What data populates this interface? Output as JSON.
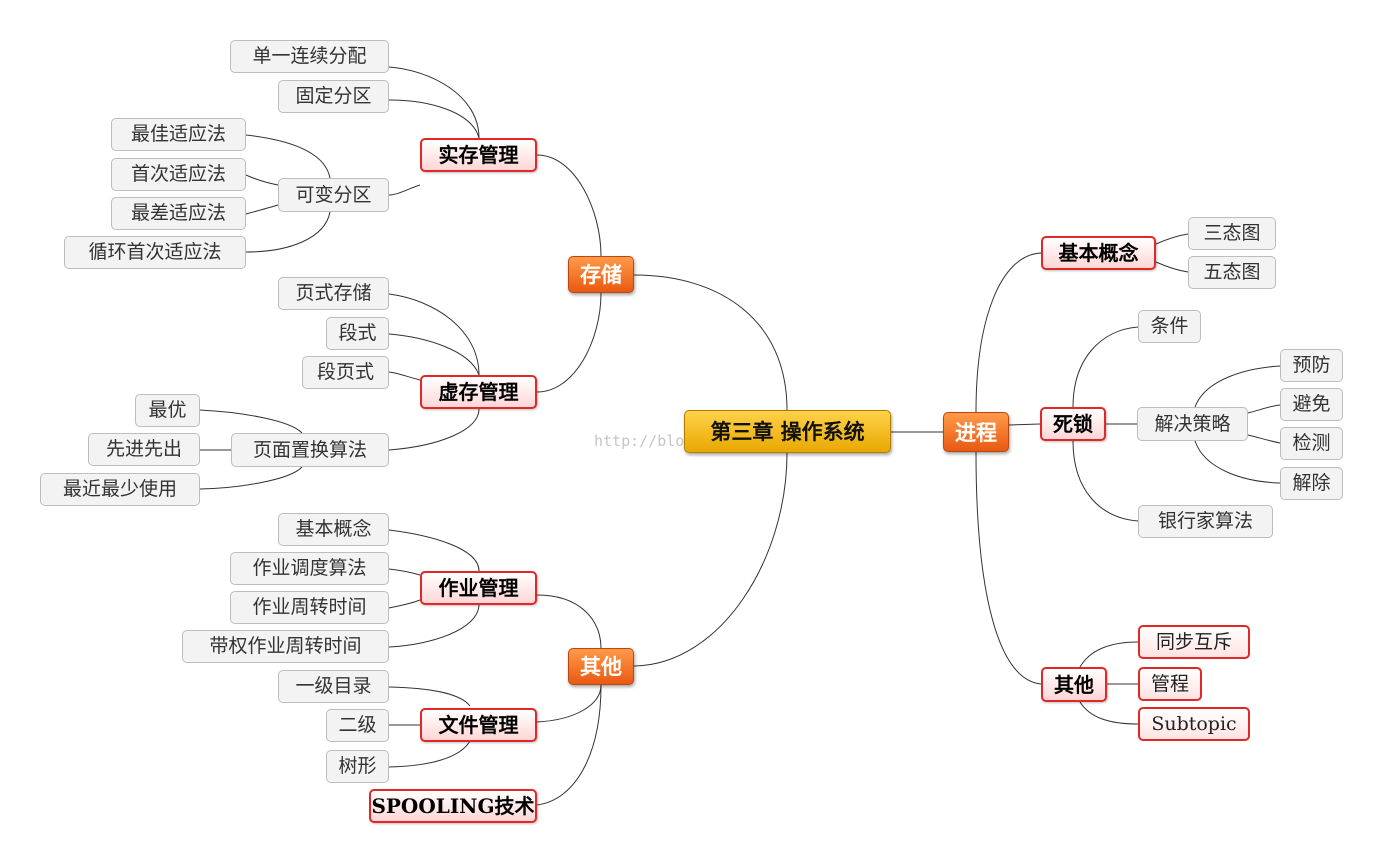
{
  "root": "第三章 操作系统",
  "watermark": "http://blog.csdn.net/",
  "left": {
    "storage": {
      "label": "存储",
      "real": {
        "label": "实存管理",
        "single": "单一连续分配",
        "fixed": "固定分区",
        "variable": {
          "label": "可变分区",
          "items": [
            "最佳适应法",
            "首次适应法",
            "最差适应法",
            "循环首次适应法"
          ]
        }
      },
      "virtual": {
        "label": "虚存管理",
        "items": [
          "页式存储",
          "段式",
          "段页式"
        ],
        "replace": {
          "label": "页面置换算法",
          "items": [
            "最优",
            "先进先出",
            "最近最少使用"
          ]
        }
      }
    },
    "other": {
      "label": "其他",
      "job": {
        "label": "作业管理",
        "items": [
          "基本概念",
          "作业调度算法",
          "作业周转时间",
          "带权作业周转时间"
        ]
      },
      "file": {
        "label": "文件管理",
        "items": [
          "一级目录",
          "二级",
          "树形"
        ]
      },
      "spooling": "SPOOLING技术"
    }
  },
  "right": {
    "process": {
      "label": "进程",
      "basic": {
        "label": "基本概念",
        "items": [
          "三态图",
          "五态图"
        ]
      },
      "deadlock": {
        "label": "死锁",
        "condition": "条件",
        "strategy": {
          "label": "解决策略",
          "items": [
            "预防",
            "避免",
            "检测",
            "解除"
          ]
        },
        "banker": "银行家算法"
      },
      "other": {
        "label": "其他",
        "items": [
          "同步互斥",
          "管程",
          "Subtopic"
        ]
      }
    }
  }
}
